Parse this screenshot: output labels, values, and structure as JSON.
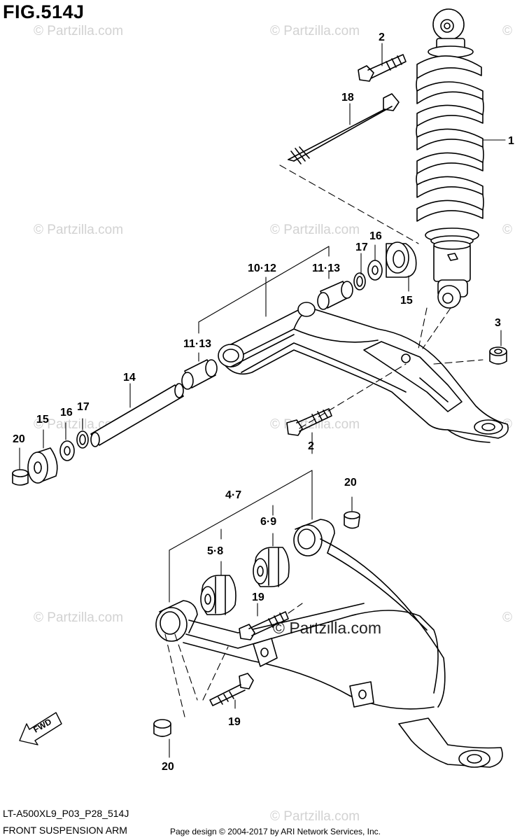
{
  "figure": {
    "title": "FIG.514J",
    "model_code": "LT-A500XL9_P03_P28_514J",
    "caption": "FRONT SUSPENSION ARM",
    "credit": "Page design © 2004-2017 by ARI Network Services, Inc."
  },
  "watermark": {
    "small_text": "© Partzilla.com",
    "large_text": "© Partzilla.com"
  },
  "direction_arrow": {
    "label": "FWD"
  },
  "callouts": {
    "c1": "1",
    "c2a": "2",
    "c2b": "2",
    "c3": "3",
    "c4_7": "4·7",
    "c5_8": "5·8",
    "c6_9": "6·9",
    "c10_12": "10·12",
    "c11_13a": "11·13",
    "c11_13b": "11·13",
    "c14": "14",
    "c15a": "15",
    "c15b": "15",
    "c16a": "16",
    "c16b": "16",
    "c17a": "17",
    "c17b": "17",
    "c18": "18",
    "c19a": "19",
    "c19b": "19",
    "c20a": "20",
    "c20b": "20",
    "c20c": "20"
  },
  "colors": {
    "line": "#000000",
    "watermark": "#d2d2d2",
    "background": "#ffffff"
  }
}
